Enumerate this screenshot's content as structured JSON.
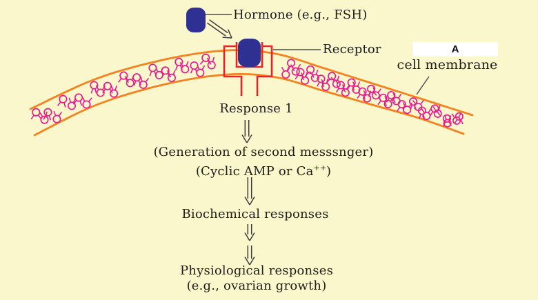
{
  "figure_title": "hormone signal transduction through cell membrane",
  "labels": {
    "hormone": "Hormone (e.g., FSH)",
    "receptor": "Receptor",
    "marker": "A",
    "cell_membrane": "cell membrane",
    "response_1": "Response 1",
    "second_messenger_line1": "(Generation of second messsnger)",
    "second_messenger_line2_prefix": "(Cyclic AMP or Ca",
    "second_messenger_superscript": "++",
    "second_messenger_line2_suffix": ")",
    "biochemical": "Biochemical responses",
    "physiological_line1": "Physiological responses",
    "physiological_line2": "(e.g., ovarian growth)"
  },
  "palette": {
    "background": "#FBF7CD",
    "membrane_orange": "#F5821E",
    "lipid_pink": "#E91C8F",
    "receptor_red": "#E8232A",
    "hormone_blue": "#2E3192",
    "arrow_dark": "#3a3a3c",
    "pointer_line": "#4a4a4a",
    "text": "#1d1d1b",
    "marker_box_bg": "#FFFFFF"
  }
}
